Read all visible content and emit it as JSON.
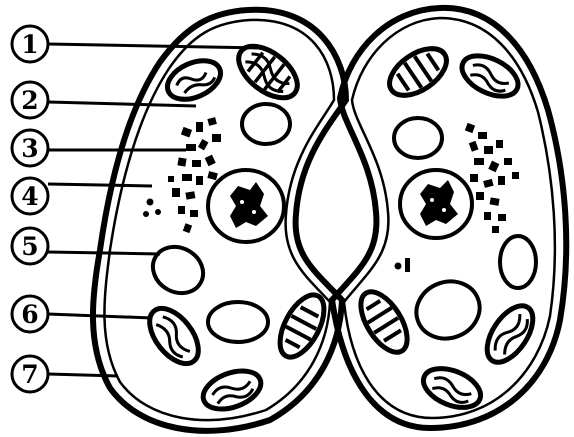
{
  "labels": [
    {
      "number": "1"
    },
    {
      "number": "2"
    },
    {
      "number": "3"
    },
    {
      "number": "4"
    },
    {
      "number": "5"
    },
    {
      "number": "6"
    },
    {
      "number": "7"
    }
  ],
  "colors": {
    "ink": "#000000",
    "paper": "#ffffff"
  }
}
